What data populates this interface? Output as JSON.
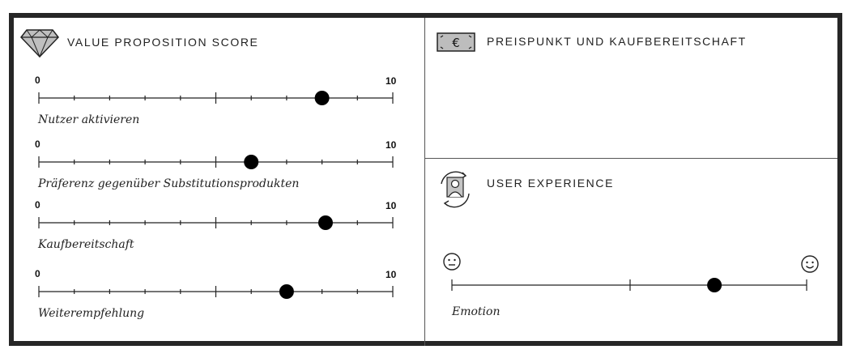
{
  "value_proposition": {
    "title": "VALUE PROPOSITION SCORE",
    "icon": "diamond-icon",
    "scales": [
      {
        "label": "Nutzer aktivieren",
        "min": "0",
        "max": "10",
        "value": 8.0
      },
      {
        "label": "Präferenz gegenüber Substitutionsprodukten",
        "min": "0",
        "max": "10",
        "value": 6.0
      },
      {
        "label": "Kaufbereitschaft",
        "min": "0",
        "max": "10",
        "value": 8.1
      },
      {
        "label": "Weiterempfehlung",
        "min": "0",
        "max": "10",
        "value": 7.0
      }
    ]
  },
  "price_point": {
    "title": "PREISPUNKT UND KAUFBEREITSCHAFT",
    "icon": "euro-banknote-icon"
  },
  "user_experience": {
    "title": "USER EXPERIENCE",
    "icon": "user-cycle-icon",
    "emotion": {
      "label": "Emotion",
      "value": 0.74,
      "left_icon": "neutral-face-icon",
      "right_icon": "smiley-face-icon"
    }
  }
}
